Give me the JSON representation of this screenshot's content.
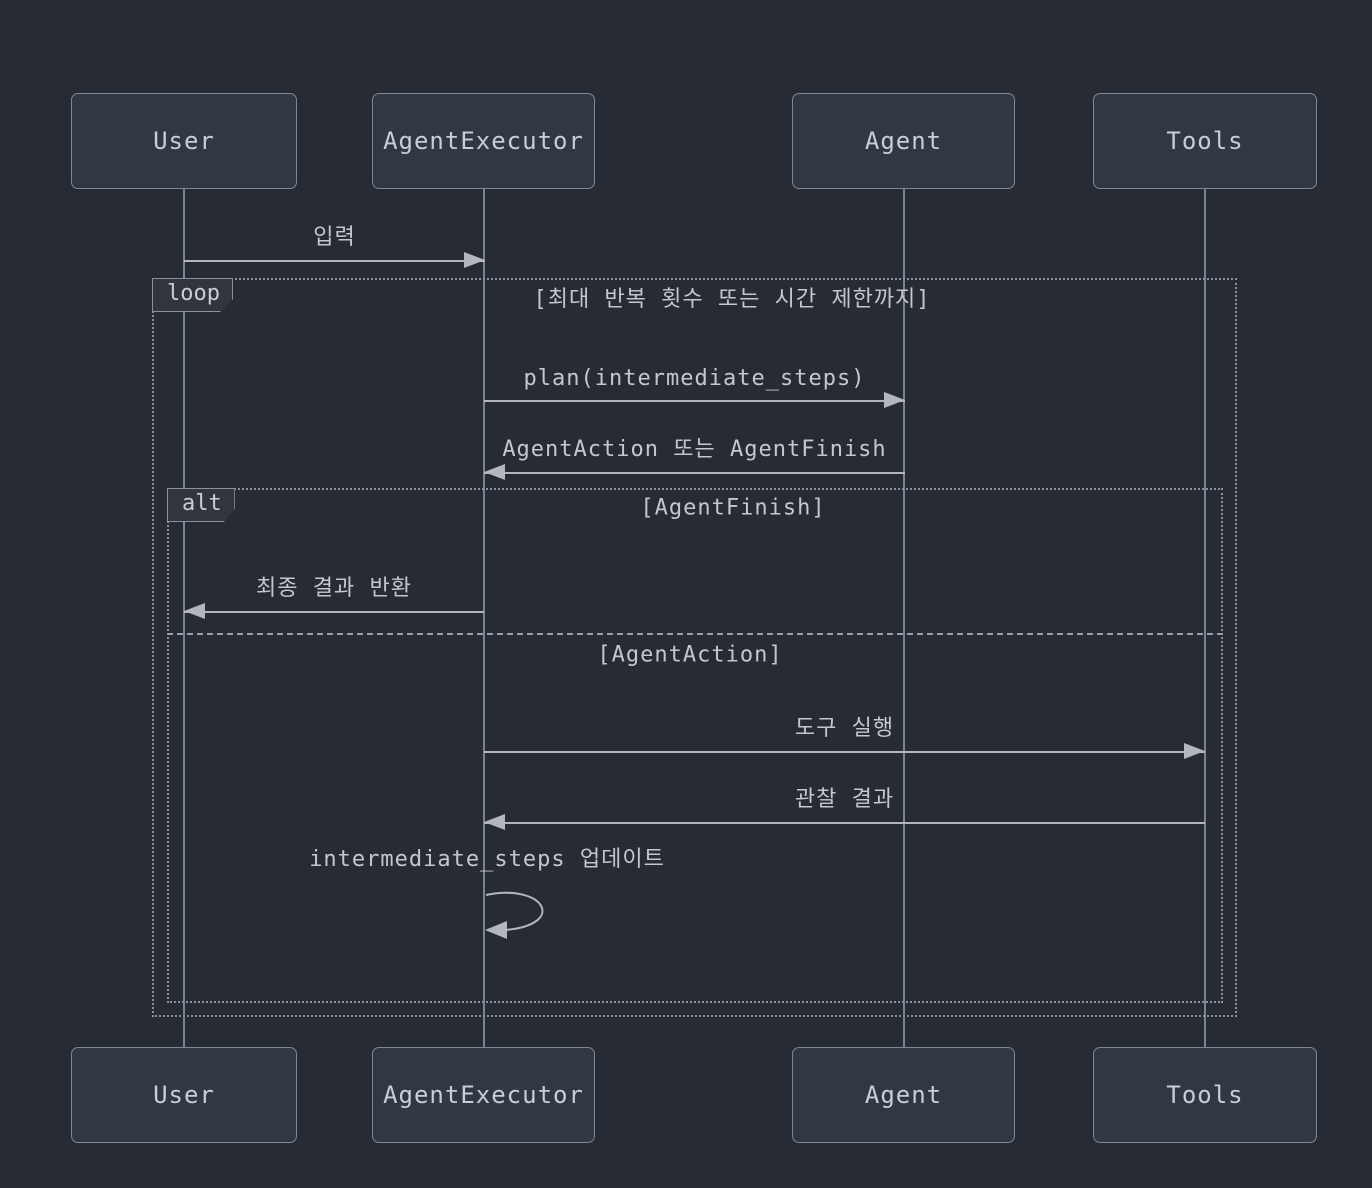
{
  "diagram": {
    "kind": "sequence-diagram",
    "theme": "dark"
  },
  "actors": [
    {
      "name": "User"
    },
    {
      "name": "AgentExecutor"
    },
    {
      "name": "Agent"
    },
    {
      "name": "Tools"
    }
  ],
  "frames": {
    "loop": {
      "label": "loop",
      "condition": "[최대 반복 횟수 또는 시간 제한까지]"
    },
    "alt": {
      "label": "alt",
      "if_condition": "[AgentFinish]",
      "else_condition": "[AgentAction]"
    }
  },
  "messages": [
    {
      "text": "입력",
      "from": "User",
      "to": "AgentExecutor",
      "direction": "right"
    },
    {
      "text": "plan(intermediate_steps)",
      "from": "AgentExecutor",
      "to": "Agent",
      "direction": "right"
    },
    {
      "text": "AgentAction 또는 AgentFinish",
      "from": "Agent",
      "to": "AgentExecutor",
      "direction": "left"
    },
    {
      "text": "최종 결과 반환",
      "from": "AgentExecutor",
      "to": "User",
      "direction": "left"
    },
    {
      "text": "도구 실행",
      "from": "AgentExecutor",
      "to": "Tools",
      "direction": "right"
    },
    {
      "text": "관찰 결과",
      "from": "Tools",
      "to": "AgentExecutor",
      "direction": "left"
    },
    {
      "text": "intermediate_steps 업데이트",
      "from": "AgentExecutor",
      "to": "AgentExecutor",
      "direction": "self"
    }
  ],
  "colors": {
    "background": "#272b33",
    "box_fill": "#323843",
    "box_border": "#7e8796",
    "text": "#c9cdd4",
    "lifeline": "#7a8392",
    "arrow": "#b2b7bf",
    "frame_border": "#8b919c"
  }
}
